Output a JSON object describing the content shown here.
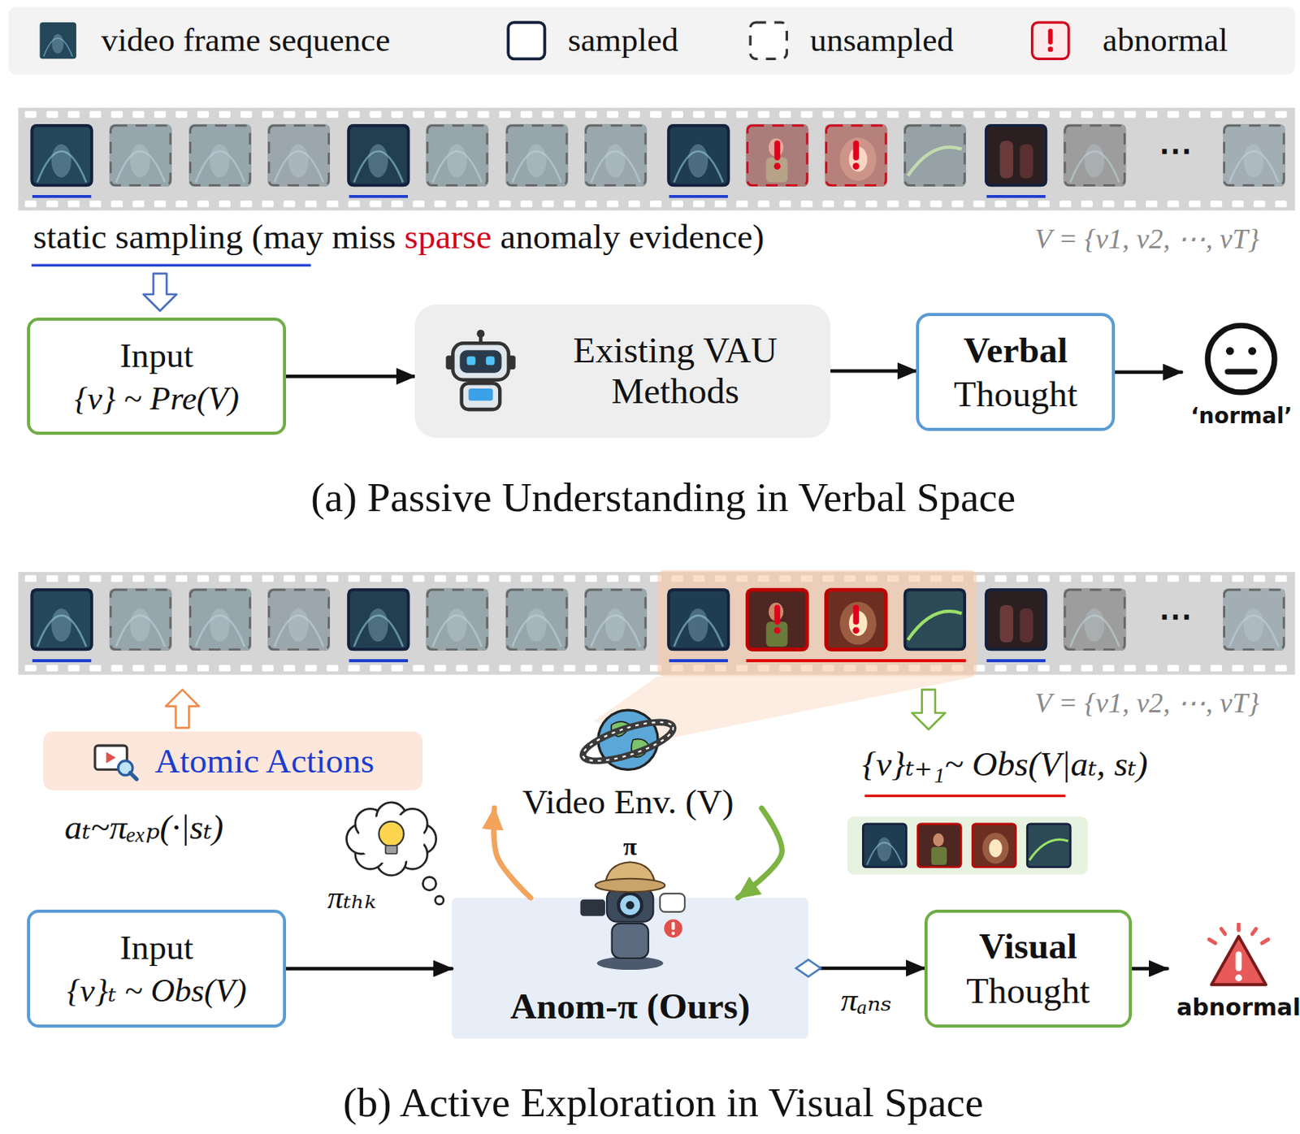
{
  "diagram": {
    "nodes": [
      {
        "text": [
          "Input",
          "{v} ~ Pre(V)"
        ]
      },
      {
        "text": [
          "Existing VAU Methods"
        ]
      },
      {
        "text": [
          "Verbal",
          "Thought"
        ]
      },
      {
        "text": [
          "‘normal’"
        ]
      },
      {
        "text": [
          "Atomic Actions"
        ]
      },
      {
        "text": [
          "Video Env. (V)"
        ]
      },
      {
        "text": [
          "Input",
          "{v}ₜ ~ Obs(V)"
        ]
      },
      {
        "text": [
          "Anom-π (Ours)"
        ]
      },
      {
        "text": [
          "Visual",
          "Thought"
        ]
      },
      {
        "text": [
          "abnormal"
        ]
      }
    ],
    "edges": [
      {
        "from": 0,
        "to": 1,
        "arrow": "to"
      },
      {
        "from": 1,
        "to": 2,
        "arrow": "to"
      },
      {
        "from": 2,
        "to": 3,
        "arrow": "to"
      },
      {
        "from": 7,
        "to": 5,
        "arrow": "to"
      },
      {
        "from": 5,
        "to": 7,
        "arrow": "to"
      },
      {
        "from": 6,
        "to": 7,
        "arrow": "to"
      },
      {
        "from": 7,
        "to": 8,
        "label": "πₐₙₛ",
        "arrow": "to"
      },
      {
        "from": 8,
        "to": 9,
        "arrow": "to"
      }
    ],
    "labels": [
      "static sampling (may miss",
      "sparse",
      "anomaly evidence)",
      "V = {v1, v2, ⋯, vT}",
      "⋯",
      "(a) Passive Understanding in Verbal Space",
      "⋯",
      "V = {v1, v2, ⋯, vT}",
      "aₜ~πₑₓₚ(·|sₜ)",
      "π",
      "πₜₕₖ",
      "{v}ₜ₊₁~ Obs(V|aₜ, sₜ)",
      "(b) Active Exploration in Visual Space"
    ],
    "legend": [
      {
        "text": "video frame sequence"
      },
      {
        "text": "sampled"
      },
      {
        "text": "unsampled"
      },
      {
        "text": "abnormal"
      }
    ]
  }
}
